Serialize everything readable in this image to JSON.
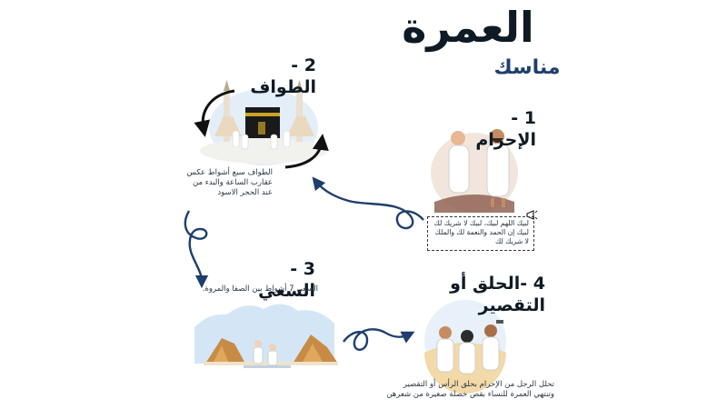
{
  "header": {
    "title": "العمرة",
    "subtitle": "مناسك"
  },
  "steps": [
    {
      "title": "2 - الطواف",
      "description": "الطواف سبع أشواط عكس عقارب الساعة والبدء من عند الحجر الاسود"
    },
    {
      "title": "1 - الإحرام",
      "talbiya": "لبيك اللهم لبيك، لبيك لا شريك لك لبيك إن الحمد والنعمة لك والملك لا شريك لك"
    },
    {
      "title": "3 - السعي",
      "description": "السعي 7 أشواط بين الصفا والمروة."
    },
    {
      "title": "4 -الحلق أو التقصير",
      "description": "تحلل الرجل من الإحرام بحلق الرأس أو التقصير وتنتهي العمرة للنساء بقص خصلة صغيرة من شعرهن"
    }
  ],
  "colors": {
    "arrow": "#1f3f6e",
    "sky": "#cfe3f5",
    "sand": "#d79a4e",
    "kaaba": "#1a1a1a",
    "gold": "#c9a227"
  }
}
